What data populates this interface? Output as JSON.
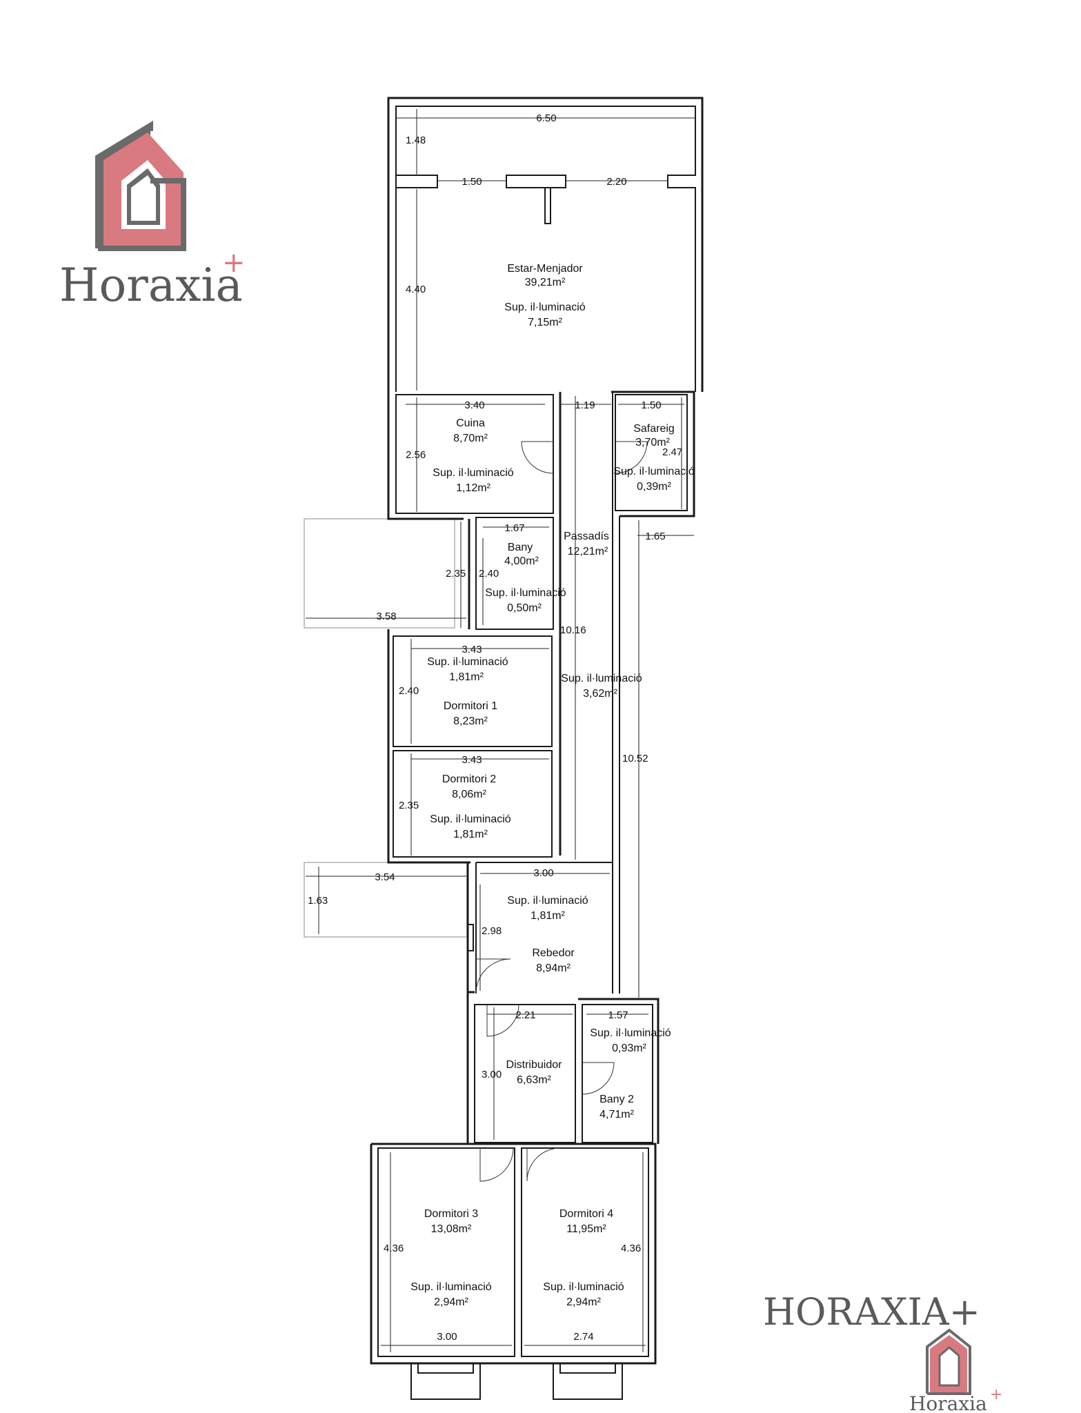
{
  "logos": {
    "top_left": "Horaxia",
    "top_left_plus": "+",
    "bottom_right_big": "HORAXIA+",
    "bottom_right_small": "Horaxia",
    "bottom_right_small_plus": "+"
  },
  "colors": {
    "brand_red": "#d97a80",
    "brand_gray": "#5a5a5a",
    "wall": "#1a1a1a"
  },
  "rooms": {
    "estar": {
      "name": "Estar-Menjador",
      "area": "39,21m²",
      "light_label": "Sup. il·luminació",
      "light_area": "7,15m²"
    },
    "cuina": {
      "name": "Cuina",
      "area": "8,70m²",
      "light_label": "Sup. il·luminació",
      "light_area": "1,12m²"
    },
    "safareig": {
      "name": "Safareig",
      "area": "3,70m²",
      "light_label": "Sup. il·luminació",
      "light_area": "0,39m²"
    },
    "bany": {
      "name": "Bany",
      "area": "4,00m²",
      "light_label": "Sup. il·luminació",
      "light_area": "0,50m²"
    },
    "passadis": {
      "name": "Passadís",
      "area": "12,21m²",
      "light_label": "Sup. il·luminació",
      "light_area": "3,62m²"
    },
    "dormitori1": {
      "name": "Dormitori 1",
      "area": "8,23m²",
      "light_label": "Sup. il·luminació",
      "light_area": "1,81m²"
    },
    "dormitori2": {
      "name": "Dormitori 2",
      "area": "8,06m²",
      "light_label": "Sup. il·luminació",
      "light_area": "1,81m²"
    },
    "rebedor": {
      "name": "Rebedor",
      "area": "8,94m²",
      "light_label": "Sup. il·luminació",
      "light_area": "1,81m²"
    },
    "distribuidor": {
      "name": "Distribuidor",
      "area": "6,63m²"
    },
    "bany2": {
      "name": "Bany 2",
      "area": "4,71m²",
      "light_label": "Sup. il·luminació",
      "light_area": "0,93m²"
    },
    "dormitori3": {
      "name": "Dormitori 3",
      "area": "13,08m²",
      "light_label": "Sup. il·luminació",
      "light_area": "2,94m²"
    },
    "dormitori4": {
      "name": "Dormitori 4",
      "area": "11,95m²",
      "light_label": "Sup. il·luminació",
      "light_area": "2,94m²"
    }
  },
  "dimensions": {
    "d650": "6.50",
    "d148": "1.48",
    "d150a": "1.50",
    "d220": "2.20",
    "d440": "4.40",
    "d340": "3.40",
    "d119": "1.19",
    "d150b": "1.50",
    "d256": "2.56",
    "d247": "2.47",
    "d167": "1.67",
    "d235a": "2.35",
    "d240a": "2.40",
    "d358": "3.58",
    "d165": "1.65",
    "d1016": "10.16",
    "d343a": "3.43",
    "d240b": "2.40",
    "d343b": "3.43",
    "d235b": "2.35",
    "d1052": "10.52",
    "d354": "3.54",
    "d300a": "3.00",
    "d163": "1.63",
    "d298": "2.98",
    "d221": "2.21",
    "d157": "1.57",
    "d300b": "3.00",
    "d436a": "4.36",
    "d436b": "4.36",
    "d300c": "3.00",
    "d274": "2.74"
  }
}
